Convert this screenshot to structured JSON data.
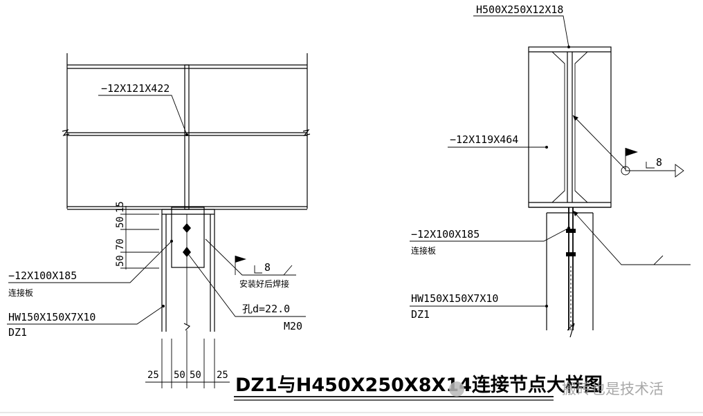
{
  "left_view": {
    "plate_label": "−12X121X422",
    "connect_plate_label": "−12X100X185",
    "connect_plate_name": "连接板",
    "column_section": "HW150X150X7X10",
    "column_name": "DZ1",
    "weld_size": "8",
    "weld_note": "安装好后焊接",
    "hole_label": "孔d=22.0",
    "bolt_label": "M20",
    "dims_vertical": [
      "15",
      "50",
      "70",
      "50"
    ],
    "dims_horizontal": [
      "25",
      "50",
      "50",
      "25"
    ]
  },
  "right_view": {
    "beam_section": "H500X250X12X18",
    "plate_label": "−12X119X464",
    "weld_size": "8",
    "connect_plate_label": "−12X100X185",
    "connect_plate_name": "连接板",
    "column_section": "HW150X150X7X10",
    "column_name": "DZ1"
  },
  "title": "DZ1与H450X250X8X14连接节点大样图",
  "watermark": "搬砖也是技术活"
}
